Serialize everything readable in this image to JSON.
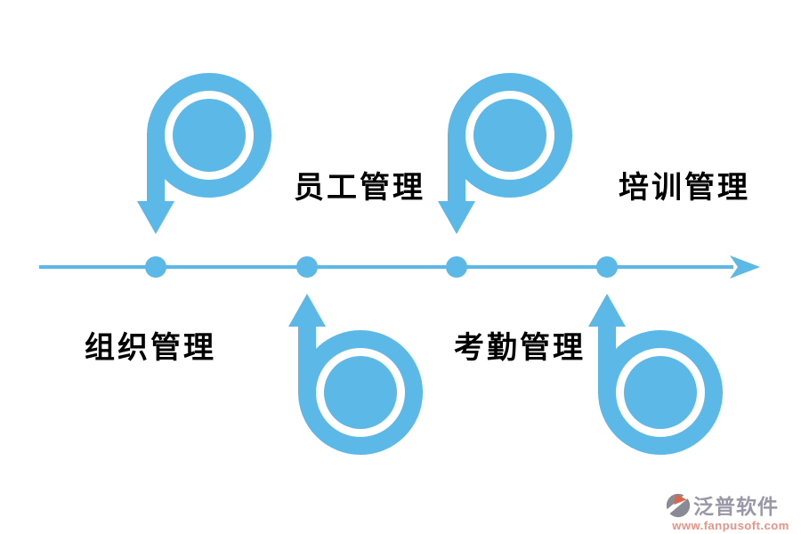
{
  "diagram": {
    "description": "HR software module timeline with spiral arrow markers",
    "nodes": [
      {
        "label": "组织管理",
        "label_side": "below",
        "marker": "p-spiral-arrow-down-above-line"
      },
      {
        "label": "员工管理",
        "label_side": "above",
        "marker": "b-spiral-arrow-up-below-line"
      },
      {
        "label": "考勤管理",
        "label_side": "below",
        "marker": "p-spiral-arrow-down-above-line"
      },
      {
        "label": "培训管理",
        "label_side": "above",
        "marker": "b-spiral-arrow-up-below-line"
      }
    ]
  },
  "watermark": {
    "brand": "泛普软件",
    "url": "www.fanpusoft.com"
  },
  "colors": {
    "blue": "#5CB8E7",
    "label_text": "#000000",
    "brand_text": "#9A97A6",
    "watermark_url": "#EA9287",
    "logo_gray": "#8A8A96",
    "logo_orange": "#D9664A",
    "background": "#FFFFFF"
  }
}
